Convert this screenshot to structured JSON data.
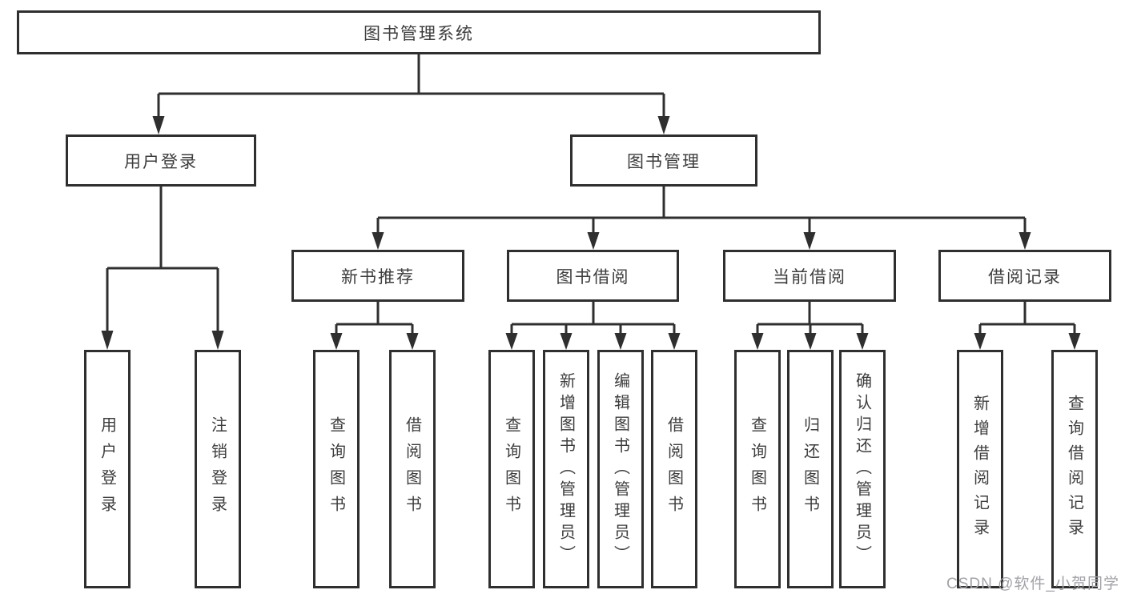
{
  "tree": {
    "label": "图书管理系统",
    "children": [
      {
        "label": "用户登录",
        "children": [
          {
            "label": "用户登录"
          },
          {
            "label": "注销登录"
          }
        ]
      },
      {
        "label": "图书管理",
        "children": [
          {
            "label": "新书推荐",
            "children": [
              {
                "label": "查询图书"
              },
              {
                "label": "借阅图书"
              }
            ]
          },
          {
            "label": "图书借阅",
            "children": [
              {
                "label": "查询图书"
              },
              {
                "label": "新增图书（管理员）"
              },
              {
                "label": "编辑图书（管理员）"
              },
              {
                "label": "借阅图书"
              }
            ]
          },
          {
            "label": "当前借阅",
            "children": [
              {
                "label": "查询图书"
              },
              {
                "label": "归还图书"
              },
              {
                "label": "确认归还（管理员）"
              }
            ]
          },
          {
            "label": "借阅记录",
            "children": [
              {
                "label": "新增借阅记录"
              },
              {
                "label": "查询借阅记录"
              }
            ]
          }
        ]
      }
    ]
  },
  "watermark": {
    "text": "CSDN @软件_小贺同学"
  },
  "colors": {
    "line": "#2f2f2f",
    "box_border": "#2f2f2f",
    "text": "#3d3d3d",
    "background": "#ffffff",
    "watermark": "#a2a2a8"
  }
}
